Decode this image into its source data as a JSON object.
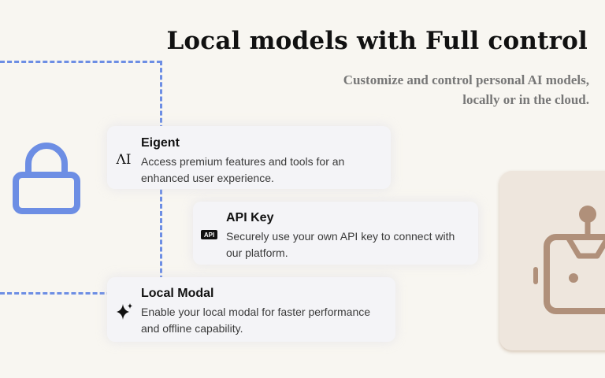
{
  "header": {
    "title": "Local models with Full control",
    "subtitle_line1": "Customize and control personal AI models,",
    "subtitle_line2": "locally or in the cloud."
  },
  "options": [
    {
      "title": "Eigent",
      "icon_text": "ΛI",
      "description": "Access premium features and tools for an enhanced user experience."
    },
    {
      "title": "API Key",
      "icon_text": "API",
      "description": "Securely use your own API key to connect with our platform."
    },
    {
      "title": "Local Modal",
      "icon_text": "",
      "description": "Enable your local modal for faster performance and offline capability."
    }
  ],
  "icons": {
    "lock": "lock-icon",
    "eigent": "eigent-logo-icon",
    "api": "api-badge-icon",
    "local": "sparkle-icon",
    "robot": "robot-icon"
  },
  "colors": {
    "background": "#f8f6f1",
    "accent": "#6d8ee4",
    "robot": "#b0907a"
  }
}
